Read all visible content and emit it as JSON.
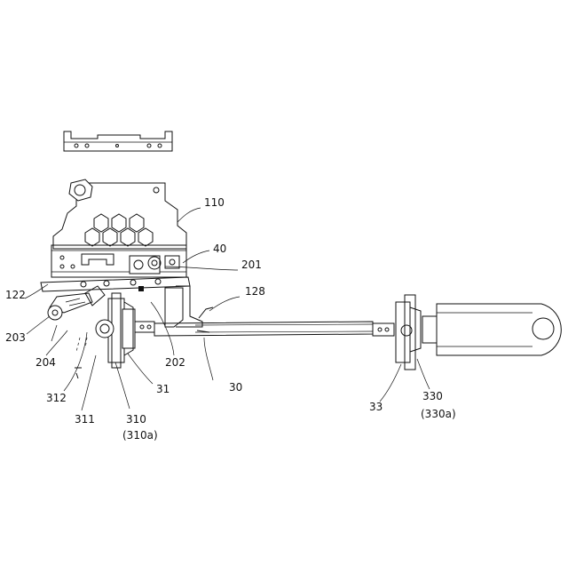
{
  "labels": {
    "l110": "110",
    "l40": "40",
    "l201": "201",
    "l128": "128",
    "l122": "122",
    "l203": "203",
    "l204": "204",
    "l202": "202",
    "l30": "30",
    "l312": "312",
    "l31": "31",
    "l311": "311",
    "l310": "310",
    "l310a": "(310a)",
    "l33": "33",
    "l330": "330",
    "l330a": "(330a)"
  }
}
